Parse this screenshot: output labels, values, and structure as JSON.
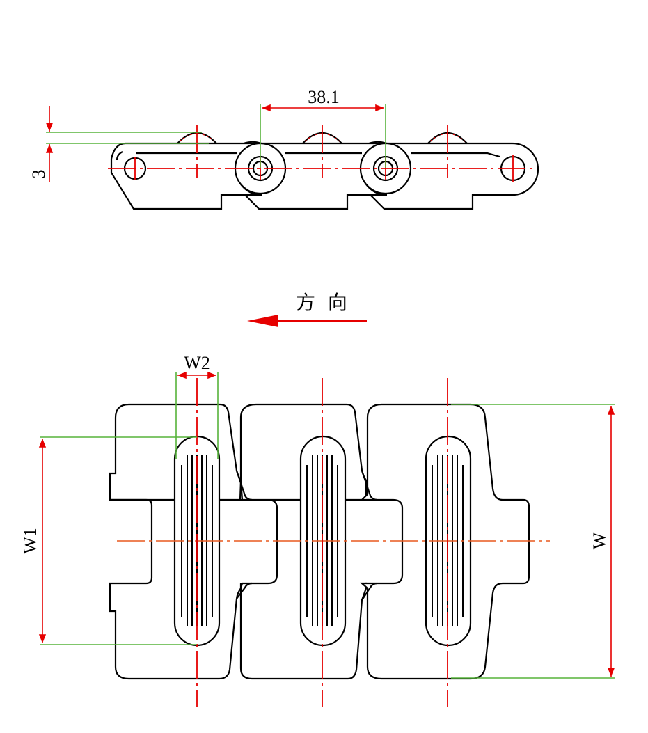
{
  "labels": {
    "pitch": "38.1",
    "height": "3",
    "direction": "方  向",
    "w2": "W2",
    "w1": "W1",
    "w": "W"
  },
  "colors": {
    "outline": "#000000",
    "centerline": "#e60000",
    "extension": "#56b33a",
    "axis": "#e8581e"
  }
}
